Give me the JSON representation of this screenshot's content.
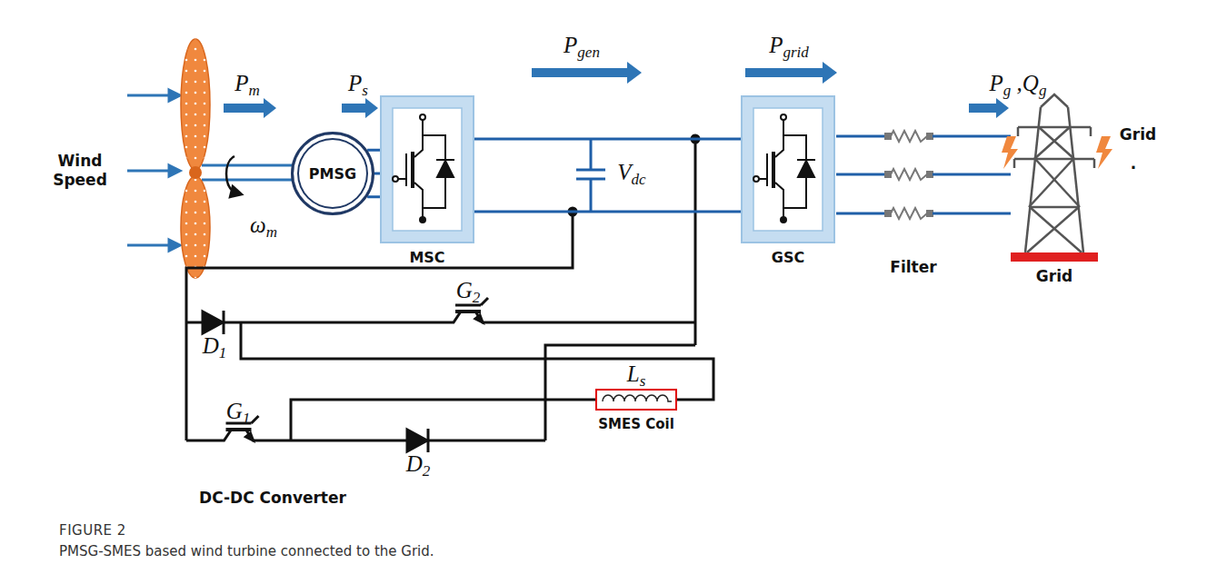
{
  "diagram": {
    "caption": "PMSG-SMES based wind turbine connected to the Grid.",
    "nodes": [
      {
        "text": [
          "PMSG"
        ]
      },
      {
        "text": [
          "MSC"
        ]
      },
      {
        "text": [
          "GSC"
        ]
      },
      {
        "text": [
          "SMES Coil"
        ]
      }
    ],
    "edges": [
      {
        "from": 0,
        "to": 1,
        "arrow": "none"
      },
      {
        "from": 1,
        "to": 2,
        "arrow": "none"
      }
    ],
    "labels": [
      "Wind Speed",
      "Pm",
      "ωm",
      "Ps",
      "Pgen",
      "Vdc",
      "Pgrid",
      "Pg ,Qg",
      "Filter",
      "Grid",
      ".",
      "Grid",
      "D1",
      "G2",
      "G1",
      "D2",
      "Ls",
      "DC-DC Converter",
      "FIGURE 2"
    ]
  }
}
